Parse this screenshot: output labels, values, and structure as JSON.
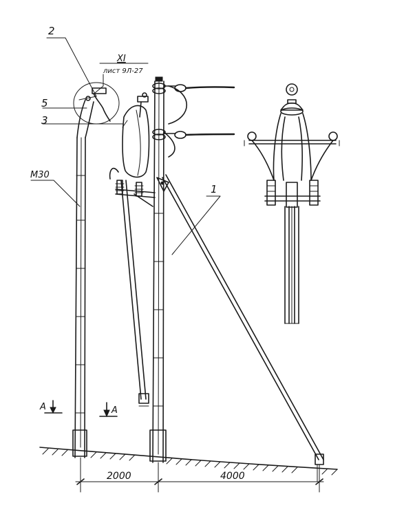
{
  "callouts": {
    "c1": "1",
    "c2": "2",
    "c3": "3",
    "c5": "5",
    "m30": "М30",
    "detail_ref": "XI",
    "sheet_ref": "лист 9Л-27"
  },
  "section": {
    "left": "А",
    "right": "А"
  },
  "dimensions": {
    "d1": "2000",
    "d2": "4000"
  }
}
